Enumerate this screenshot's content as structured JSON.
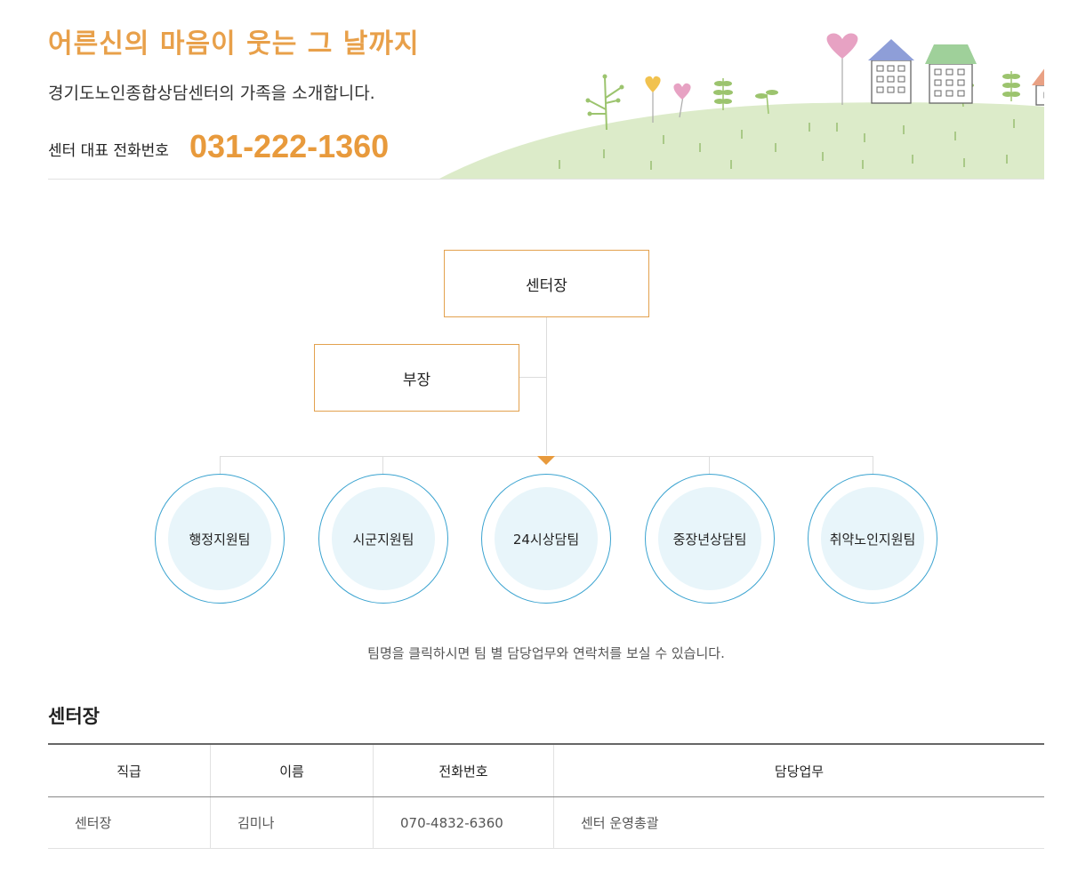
{
  "header": {
    "slogan": "어른신의 마음이 웃는 그 날까지",
    "intro": "경기도노인종합상담센터의 가족을 소개합니다.",
    "phone_label": "센터 대표 전화번호",
    "phone_number": "031-222-1360"
  },
  "org_chart": {
    "top": "센터장",
    "sub": "부장",
    "teams": [
      "행정지원팀",
      "시군지원팀",
      "24시상담팀",
      "중장년상담팀",
      "취약노인지원팀"
    ],
    "note": "팀명을 클릭하시면 팀 별 담당업무와 연락처를 보실 수 있습니다."
  },
  "staff_section": {
    "title": "센터장",
    "columns": [
      "직급",
      "이름",
      "전화번호",
      "담당업무"
    ],
    "rows": [
      [
        "센터장",
        "김미나",
        "070-4832-6360",
        "센터 운영총괄"
      ]
    ]
  },
  "colors": {
    "accent_orange": "#e89a3c",
    "box_border": "#e3a14e",
    "circle_border": "#3aa3d0",
    "circle_fill": "#e8f5fa",
    "hill_green": "#dcebc9"
  }
}
